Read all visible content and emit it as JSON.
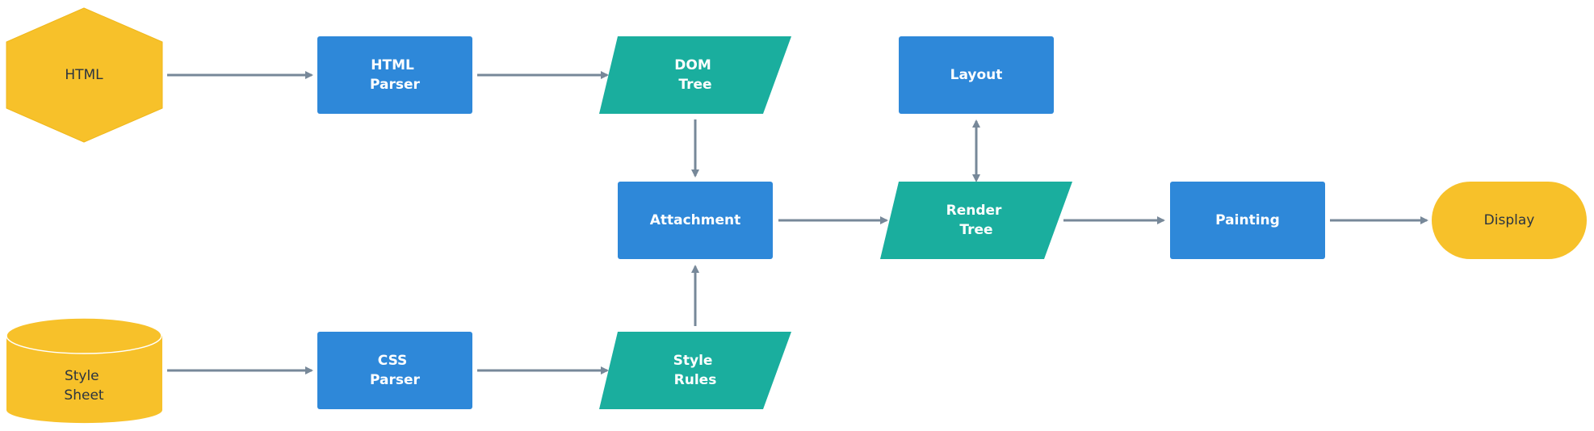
{
  "colors": {
    "blue": "#2e88d9",
    "teal": "#1aae9e",
    "yellow": "#f7c12a",
    "connector": "#778899"
  },
  "nodes": {
    "html": {
      "lines": [
        "HTML"
      ]
    },
    "html_parser": {
      "lines": [
        "HTML",
        "Parser"
      ]
    },
    "dom_tree": {
      "lines": [
        "DOM",
        "Tree"
      ]
    },
    "layout": {
      "lines": [
        "Layout"
      ]
    },
    "attachment": {
      "lines": [
        "Attachment"
      ]
    },
    "render_tree": {
      "lines": [
        "Render",
        "Tree"
      ]
    },
    "painting": {
      "lines": [
        "Painting"
      ]
    },
    "display": {
      "lines": [
        "Display"
      ]
    },
    "style_sheet": {
      "lines": [
        "Style",
        "Sheet"
      ]
    },
    "css_parser": {
      "lines": [
        "CSS",
        "Parser"
      ]
    },
    "style_rules": {
      "lines": [
        "Style",
        "Rules"
      ]
    }
  },
  "edges": [
    {
      "from": "html",
      "to": "html_parser"
    },
    {
      "from": "html_parser",
      "to": "dom_tree"
    },
    {
      "from": "dom_tree",
      "to": "attachment"
    },
    {
      "from": "style_sheet",
      "to": "css_parser"
    },
    {
      "from": "css_parser",
      "to": "style_rules"
    },
    {
      "from": "style_rules",
      "to": "attachment"
    },
    {
      "from": "attachment",
      "to": "render_tree"
    },
    {
      "from": "render_tree",
      "to": "layout",
      "bidirectional": true
    },
    {
      "from": "render_tree",
      "to": "painting"
    },
    {
      "from": "painting",
      "to": "display"
    }
  ]
}
